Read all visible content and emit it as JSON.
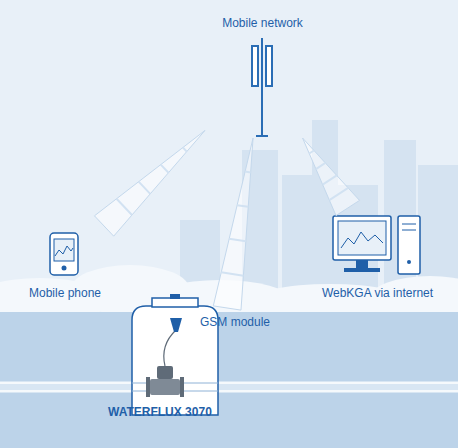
{
  "diagram": {
    "nodes": [
      {
        "text": [
          "Mobile network"
        ]
      },
      {
        "text": [
          "Mobile phone"
        ]
      },
      {
        "text": [
          "WebKGA via internet"
        ]
      },
      {
        "text": [
          "GSM module"
        ]
      }
    ],
    "edges": [
      {
        "from": 0,
        "to": 1,
        "arrow": "none"
      },
      {
        "from": 0,
        "to": 2,
        "arrow": "none"
      },
      {
        "from": 0,
        "to": 3,
        "arrow": "none"
      }
    ],
    "labels": [
      "WATERFLUX 3070"
    ]
  }
}
